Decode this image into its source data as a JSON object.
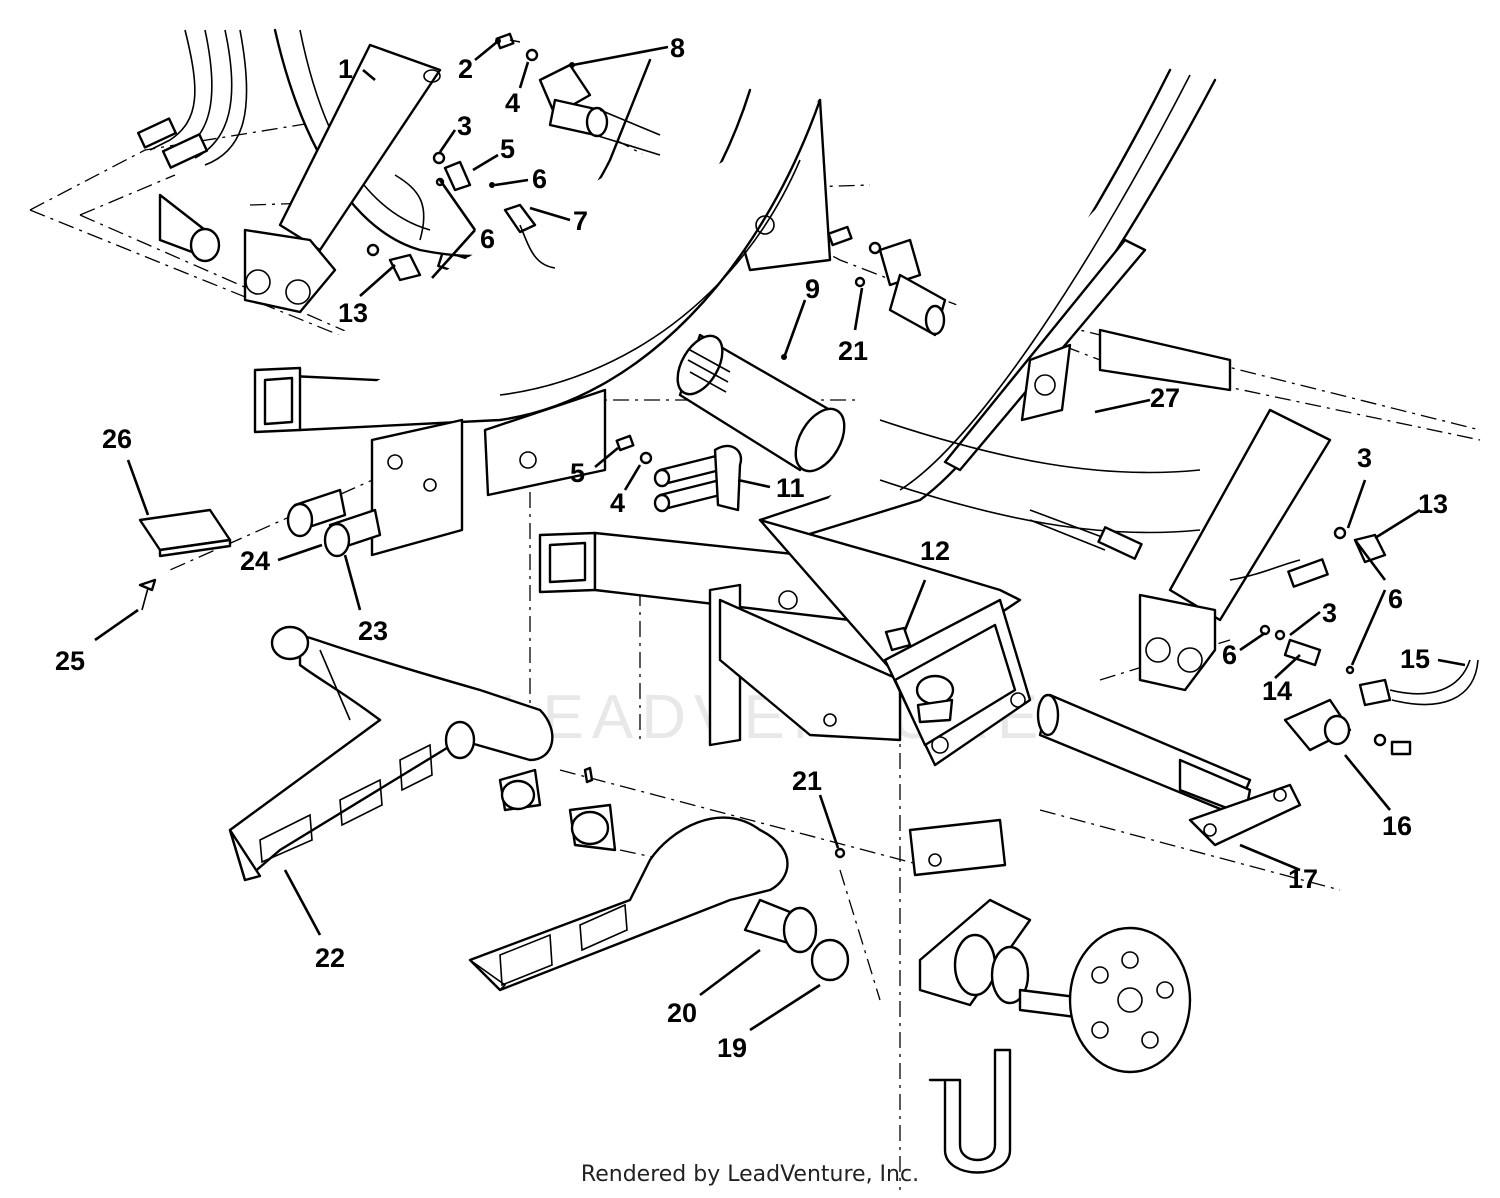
{
  "footer": "Rendered by LeadVenture, Inc.",
  "watermark": "LEADVENTURE",
  "callouts": [
    {
      "id": "c1",
      "label": "1"
    },
    {
      "id": "c2",
      "label": "2"
    },
    {
      "id": "c3a",
      "label": "3"
    },
    {
      "id": "c4a",
      "label": "4"
    },
    {
      "id": "c5a",
      "label": "5"
    },
    {
      "id": "c6a",
      "label": "6"
    },
    {
      "id": "c6b",
      "label": "6"
    },
    {
      "id": "c7",
      "label": "7"
    },
    {
      "id": "c8",
      "label": "8"
    },
    {
      "id": "c9",
      "label": "9"
    },
    {
      "id": "c13a",
      "label": "13"
    },
    {
      "id": "c21a",
      "label": "21"
    },
    {
      "id": "c27",
      "label": "27"
    },
    {
      "id": "c26",
      "label": "26"
    },
    {
      "id": "c5b",
      "label": "5"
    },
    {
      "id": "c4b",
      "label": "4"
    },
    {
      "id": "c11",
      "label": "11"
    },
    {
      "id": "c3b",
      "label": "3"
    },
    {
      "id": "c13b",
      "label": "13"
    },
    {
      "id": "c24",
      "label": "24"
    },
    {
      "id": "c23",
      "label": "23"
    },
    {
      "id": "c25",
      "label": "25"
    },
    {
      "id": "c12",
      "label": "12"
    },
    {
      "id": "c6c",
      "label": "6"
    },
    {
      "id": "c3c",
      "label": "3"
    },
    {
      "id": "c6d",
      "label": "6"
    },
    {
      "id": "c14",
      "label": "14"
    },
    {
      "id": "c15",
      "label": "15"
    },
    {
      "id": "c16",
      "label": "16"
    },
    {
      "id": "c21b",
      "label": "21"
    },
    {
      "id": "c17",
      "label": "17"
    },
    {
      "id": "c22",
      "label": "22"
    },
    {
      "id": "c20",
      "label": "20"
    },
    {
      "id": "c19",
      "label": "19"
    }
  ]
}
